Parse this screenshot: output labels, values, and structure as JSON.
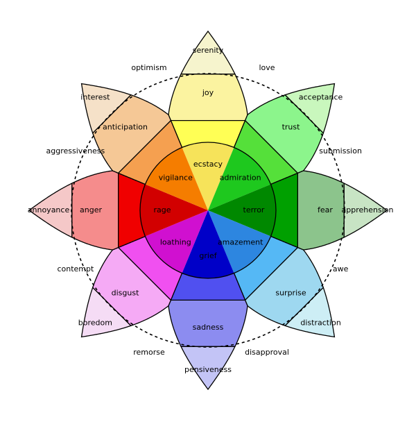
{
  "petals": [
    {
      "id": "joy",
      "direction_deg": 90,
      "labels": [
        "serenity",
        "joy",
        "ecstacy"
      ],
      "colors": [
        "#f6f4cd",
        "#fbf3a0",
        "#ffff55",
        "#f6e35a"
      ]
    },
    {
      "id": "trust",
      "direction_deg": 45,
      "labels": [
        "acceptance",
        "trust",
        "admiration"
      ],
      "colors": [
        "#c9f7bd",
        "#8cf58c",
        "#55e03a",
        "#1ec81e"
      ]
    },
    {
      "id": "fear",
      "direction_deg": 0,
      "labels": [
        "apprehension",
        "fear",
        "terror"
      ],
      "colors": [
        "#c8e4c4",
        "#8cc48c",
        "#00a000",
        "#008800"
      ]
    },
    {
      "id": "surprise",
      "direction_deg": -45,
      "labels": [
        "distraction",
        "surprise",
        "amazement"
      ],
      "colors": [
        "#cdeef5",
        "#9ed8f0",
        "#55b8f5",
        "#2d86e0"
      ]
    },
    {
      "id": "sadness",
      "direction_deg": -90,
      "labels": [
        "pensiveness",
        "sadness",
        "grief"
      ],
      "colors": [
        "#c3c4f6",
        "#8c8cf0",
        "#5050f0",
        "#0000c8"
      ]
    },
    {
      "id": "disgust",
      "direction_deg": -135,
      "labels": [
        "boredom",
        "disgust",
        "loathing"
      ],
      "colors": [
        "#f5dcf5",
        "#f5aaf5",
        "#f050f0",
        "#d010d0"
      ]
    },
    {
      "id": "anger",
      "direction_deg": 180,
      "labels": [
        "annoyance",
        "anger",
        "rage"
      ],
      "colors": [
        "#f5c8c8",
        "#f58c8c",
        "#f00000",
        "#d20000"
      ]
    },
    {
      "id": "anticipation",
      "direction_deg": 135,
      "labels": [
        "interest",
        "anticipation",
        "vigilance"
      ],
      "colors": [
        "#f5e1c8",
        "#f5c896",
        "#f5a050",
        "#f57d00"
      ]
    }
  ],
  "dyads": [
    {
      "id": "love",
      "label": "love"
    },
    {
      "id": "submission",
      "label": "submission"
    },
    {
      "id": "awe",
      "label": "awe"
    },
    {
      "id": "disapproval",
      "label": "disapproval"
    },
    {
      "id": "remorse",
      "label": "remorse"
    },
    {
      "id": "contempt",
      "label": "contempt"
    },
    {
      "id": "aggressiveness",
      "label": "aggressiveness"
    },
    {
      "id": "optimism",
      "label": "optimism"
    }
  ]
}
